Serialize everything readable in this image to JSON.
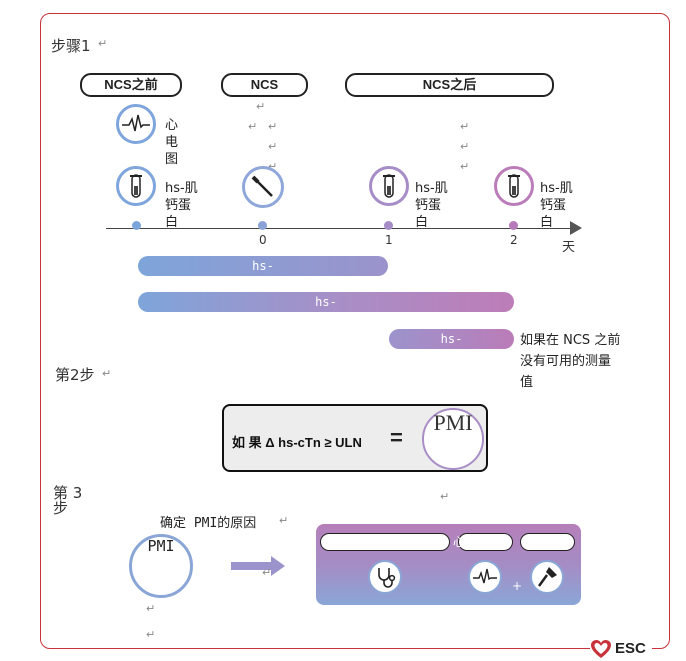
{
  "step1": {
    "label": "步骤1"
  },
  "timeline": {
    "pills": [
      "NCS之前",
      "NCS",
      "NCS之后"
    ],
    "ticks": [
      "0",
      "1",
      "2"
    ],
    "unit": "天",
    "ecg_label": [
      "心",
      "电",
      "图"
    ],
    "hs_label": [
      "hs-肌",
      "钙蛋",
      "白"
    ]
  },
  "bars": [
    {
      "label": "hs-"
    },
    {
      "label": "hs-"
    },
    {
      "label": "hs-"
    }
  ],
  "note": [
    "如果在 NCS 之前",
    "没有可用的测量",
    "值"
  ],
  "step2": {
    "label": "第2步",
    "formula": "如 果 Δ hs-cTn ≥ ULN",
    "equals": "=",
    "pmi": "PMI"
  },
  "step3": {
    "label_line1": "第 3",
    "label_line2": "步",
    "caption": "确定 PMI的原因",
    "pmi": "PMI",
    "card": {
      "clinical": "临床评估",
      "ecg": "心电图",
      "third": "",
      "plus": "+"
    }
  },
  "logo": {
    "text": "ESC"
  },
  "colors": {
    "border": "#c8333b",
    "blue": "#7aa4da",
    "purple": "#b57ab8",
    "lavender": "#a88dc6"
  }
}
